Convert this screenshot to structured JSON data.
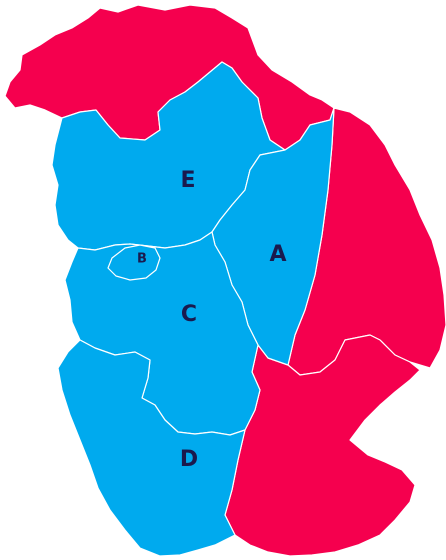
{
  "colors": {
    "blue": "#00aaee",
    "red": "#f5004e",
    "label": "#1a1a4e"
  },
  "regions": [
    {
      "id": "north",
      "label": "",
      "color": "red"
    },
    {
      "id": "east",
      "label": "",
      "color": "red"
    },
    {
      "id": "southeast",
      "label": "",
      "color": "red"
    },
    {
      "id": "E",
      "label": "E",
      "color": "blue"
    },
    {
      "id": "A",
      "label": "A",
      "color": "blue"
    },
    {
      "id": "B",
      "label": "B",
      "color": "blue"
    },
    {
      "id": "C",
      "label": "C",
      "color": "blue"
    },
    {
      "id": "D",
      "label": "D",
      "color": "blue"
    }
  ]
}
